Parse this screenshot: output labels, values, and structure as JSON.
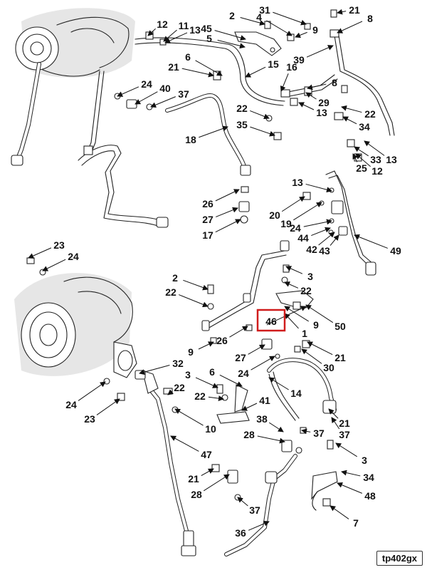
{
  "diagram": {
    "reference_code": "tp402gx",
    "highlighted_callout": "46",
    "highlight_color": "#d01c1c",
    "callouts": [
      "31",
      "21",
      "2",
      "4",
      "8",
      "12",
      "11",
      "13",
      "45",
      "9",
      "5",
      "6",
      "39",
      "21",
      "15",
      "16",
      "8",
      "24",
      "40",
      "37",
      "29",
      "13",
      "22",
      "22",
      "35",
      "34",
      "18",
      "13",
      "33",
      "25",
      "12",
      "13",
      "26",
      "20",
      "27",
      "19",
      "24",
      "17",
      "44",
      "42",
      "43",
      "49",
      "23",
      "24",
      "2",
      "3",
      "22",
      "22",
      "50",
      "46",
      "9",
      "1",
      "26",
      "21",
      "9",
      "27",
      "30",
      "24",
      "32",
      "3",
      "6",
      "22",
      "14",
      "22",
      "41",
      "24",
      "23",
      "10",
      "37",
      "21",
      "38",
      "37",
      "28",
      "47",
      "3",
      "21",
      "34",
      "28",
      "48",
      "37",
      "7",
      "36"
    ]
  }
}
